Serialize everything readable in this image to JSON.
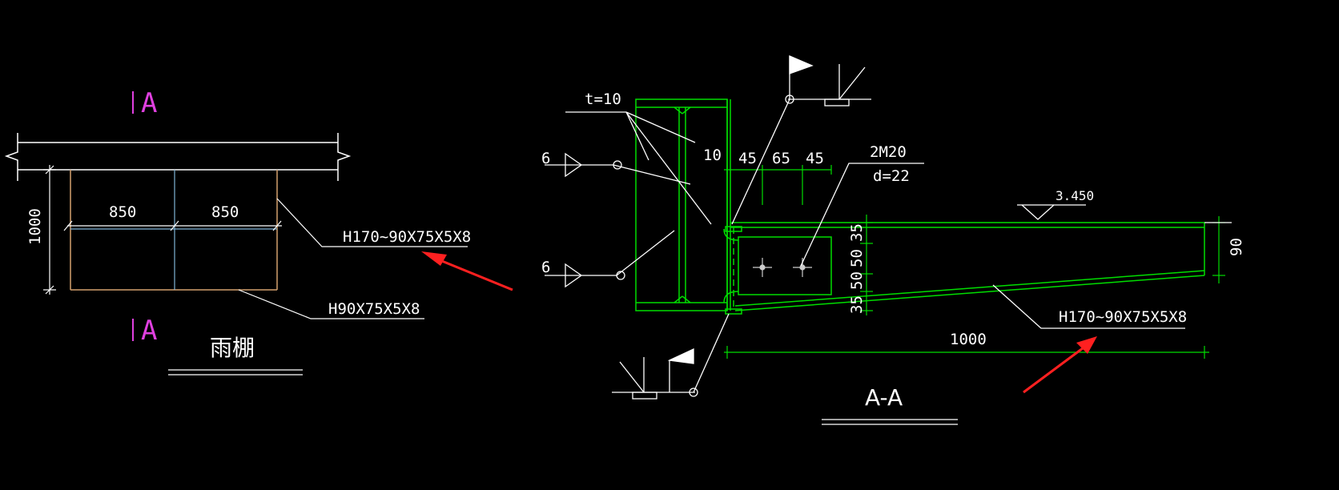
{
  "plan_view": {
    "section_marks": [
      "A",
      "A"
    ],
    "dimensions": [
      "850",
      "850",
      "1000"
    ],
    "beam_labels": [
      "H170~90X75X5X8",
      "H90X75X5X8"
    ],
    "title": "雨棚"
  },
  "section_view": {
    "plate_thickness": "t=10",
    "weld_sizes": [
      "6",
      "6",
      "10"
    ],
    "dims_top": [
      "45",
      "65",
      "45"
    ],
    "bolt_spec": [
      "2M20",
      "d=22"
    ],
    "elevation": "3.450",
    "dims_vertical": [
      "35",
      "50",
      "50",
      "35"
    ],
    "height_dim": "90",
    "beam_label": "H170~90X75X5X8",
    "length_dim": "1000",
    "title": "A-A"
  },
  "colors": {
    "background": "#000000",
    "cad_line": "#ffffff",
    "steel_green": "#00dd00",
    "outline_brown": "#d2a06e",
    "axis_cyan": "#7fb3d5",
    "section_magenta": "#e040e0",
    "arrow_red": "#ff2020"
  }
}
